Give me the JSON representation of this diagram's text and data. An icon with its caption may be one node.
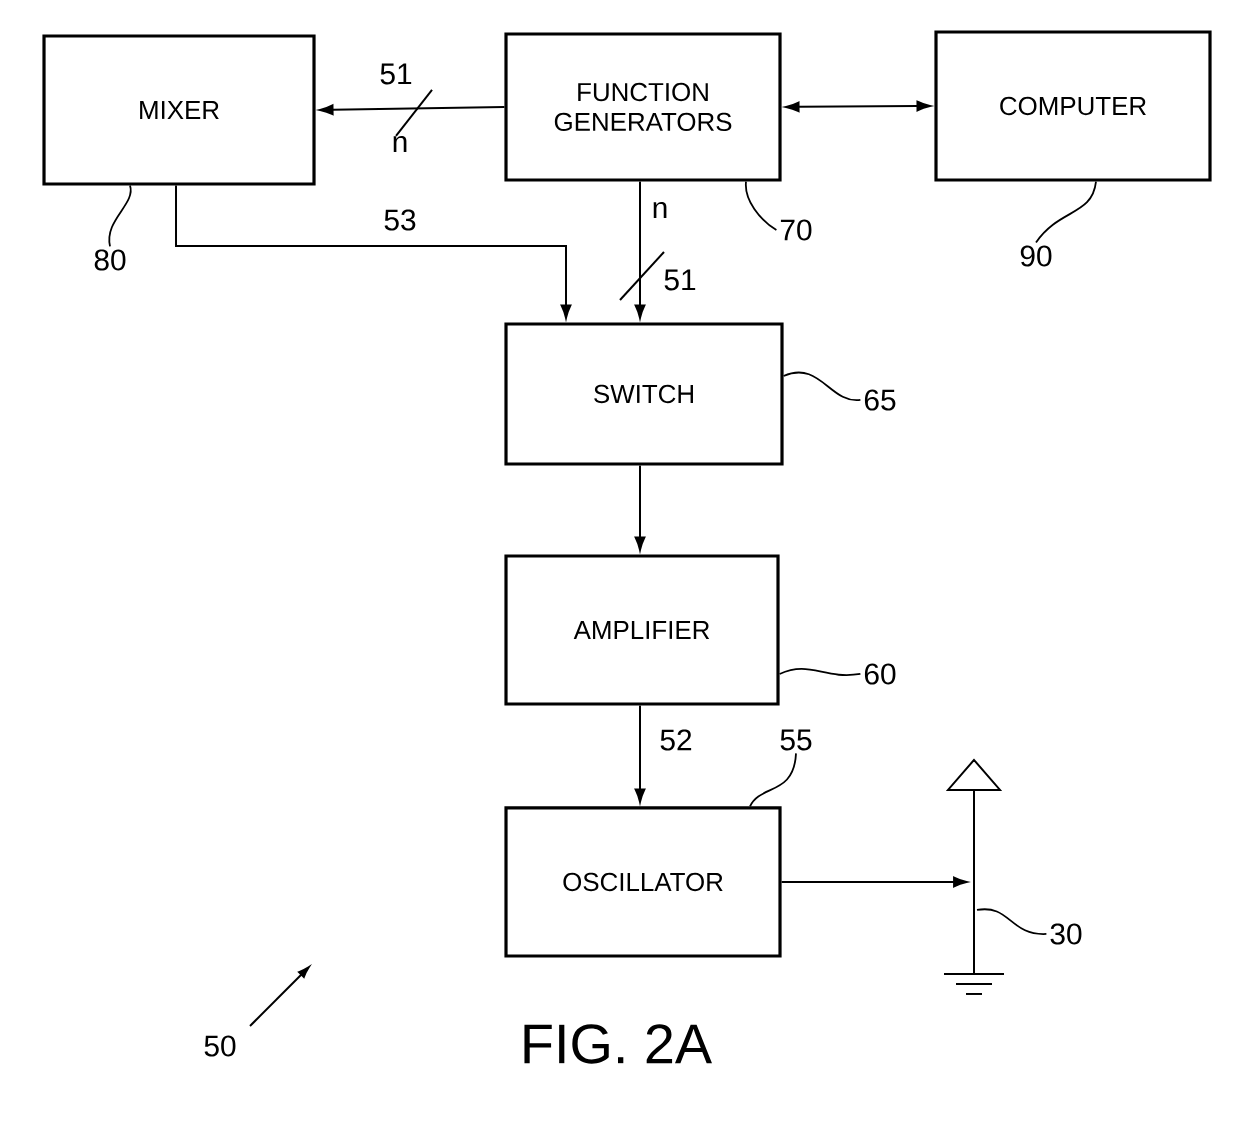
{
  "diagram": {
    "caption": "FIG. 2A",
    "nodes": [
      {
        "text": [
          "MIXER"
        ]
      },
      {
        "text": [
          "FUNCTION GENERATORS"
        ]
      },
      {
        "text": [
          "COMPUTER"
        ]
      },
      {
        "text": [
          "SWITCH"
        ]
      },
      {
        "text": [
          "AMPLIFIER"
        ]
      },
      {
        "text": [
          "OSCILLATOR"
        ]
      },
      {
        "text": [],
        "shape": "antenna"
      },
      {
        "text": [
          "80"
        ]
      },
      {
        "text": [
          "70"
        ]
      },
      {
        "text": [
          "90"
        ]
      },
      {
        "text": [
          "65"
        ]
      },
      {
        "text": [
          "60"
        ]
      },
      {
        "text": [
          "55"
        ]
      },
      {
        "text": [
          "30"
        ]
      }
    ],
    "edges": [
      {
        "from": 1,
        "to": 0,
        "arrow": "to",
        "label": "51"
      },
      {
        "from": 1,
        "to": 2,
        "arrow": "both"
      },
      {
        "from": 0,
        "to": 3,
        "arrow": "to",
        "label": "53"
      },
      {
        "from": 1,
        "to": 3,
        "arrow": "to",
        "label": "51"
      },
      {
        "from": 3,
        "to": 4,
        "arrow": "to"
      },
      {
        "from": 4,
        "to": 5,
        "arrow": "to",
        "label": "52"
      },
      {
        "from": 5,
        "to": 6,
        "arrow": "to"
      },
      {
        "from": 7,
        "to": 0,
        "arrow": "none"
      },
      {
        "from": 8,
        "to": 1,
        "arrow": "none"
      },
      {
        "from": 9,
        "to": 2,
        "arrow": "none"
      },
      {
        "from": 10,
        "to": 3,
        "arrow": "none"
      },
      {
        "from": 11,
        "to": 4,
        "arrow": "none"
      },
      {
        "from": 12,
        "to": 5,
        "arrow": "none"
      },
      {
        "from": 13,
        "to": 6,
        "arrow": "none"
      }
    ],
    "labels": [
      "n",
      "n",
      "50"
    ]
  }
}
